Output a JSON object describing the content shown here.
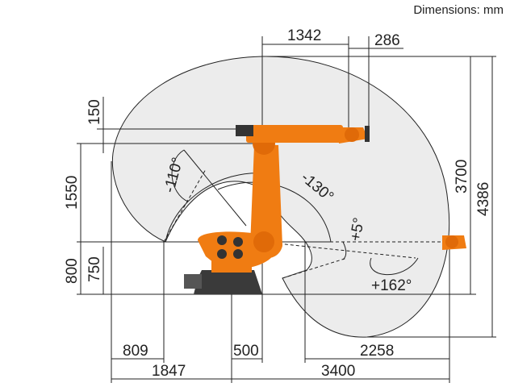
{
  "title": "Dimensions: mm",
  "dimensions": {
    "top_reach": "1342",
    "wrist_offset": "286",
    "arm_thickness": "150",
    "arm_height": "1550",
    "base_height": "800",
    "a2_height": "750",
    "envelope_height": "3700",
    "total_height": "4386",
    "rear_offset": "809",
    "axis_offset": "500",
    "front_reach": "2258",
    "rear_reach": "1847",
    "max_reach": "3400"
  },
  "angles": {
    "a2_min": "-110°",
    "a3_min": "-130°",
    "a3_small": "+5°",
    "a3_max": "+162°"
  },
  "colors": {
    "robot": "#f07c12",
    "envelope": "#ececec",
    "base": "#3a3a3a"
  }
}
